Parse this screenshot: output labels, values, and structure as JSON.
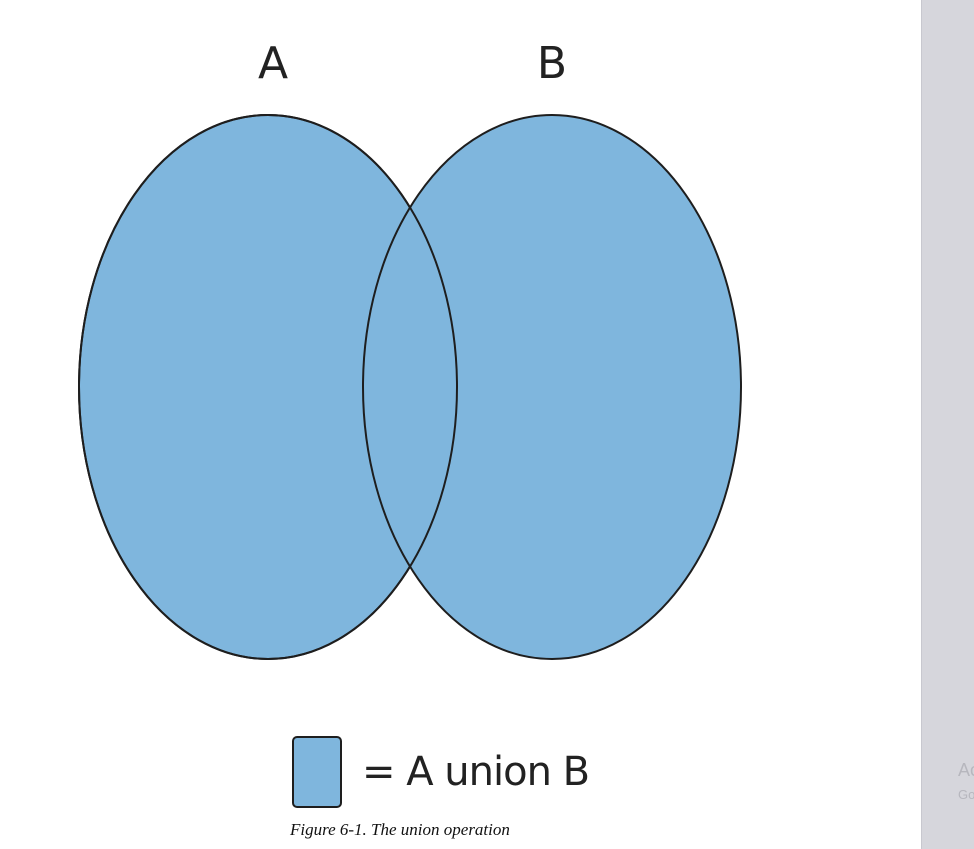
{
  "diagram": {
    "set_a_label": "A",
    "set_b_label": "B",
    "fill_color": "#7fb6dd",
    "stroke_color": "#1e1e1e",
    "legend": {
      "text": "= A union B"
    },
    "caption": "Figure 6-1. The union operation"
  },
  "side_panel": {
    "text_line_1": "Ac",
    "text_line_2": "Go"
  }
}
